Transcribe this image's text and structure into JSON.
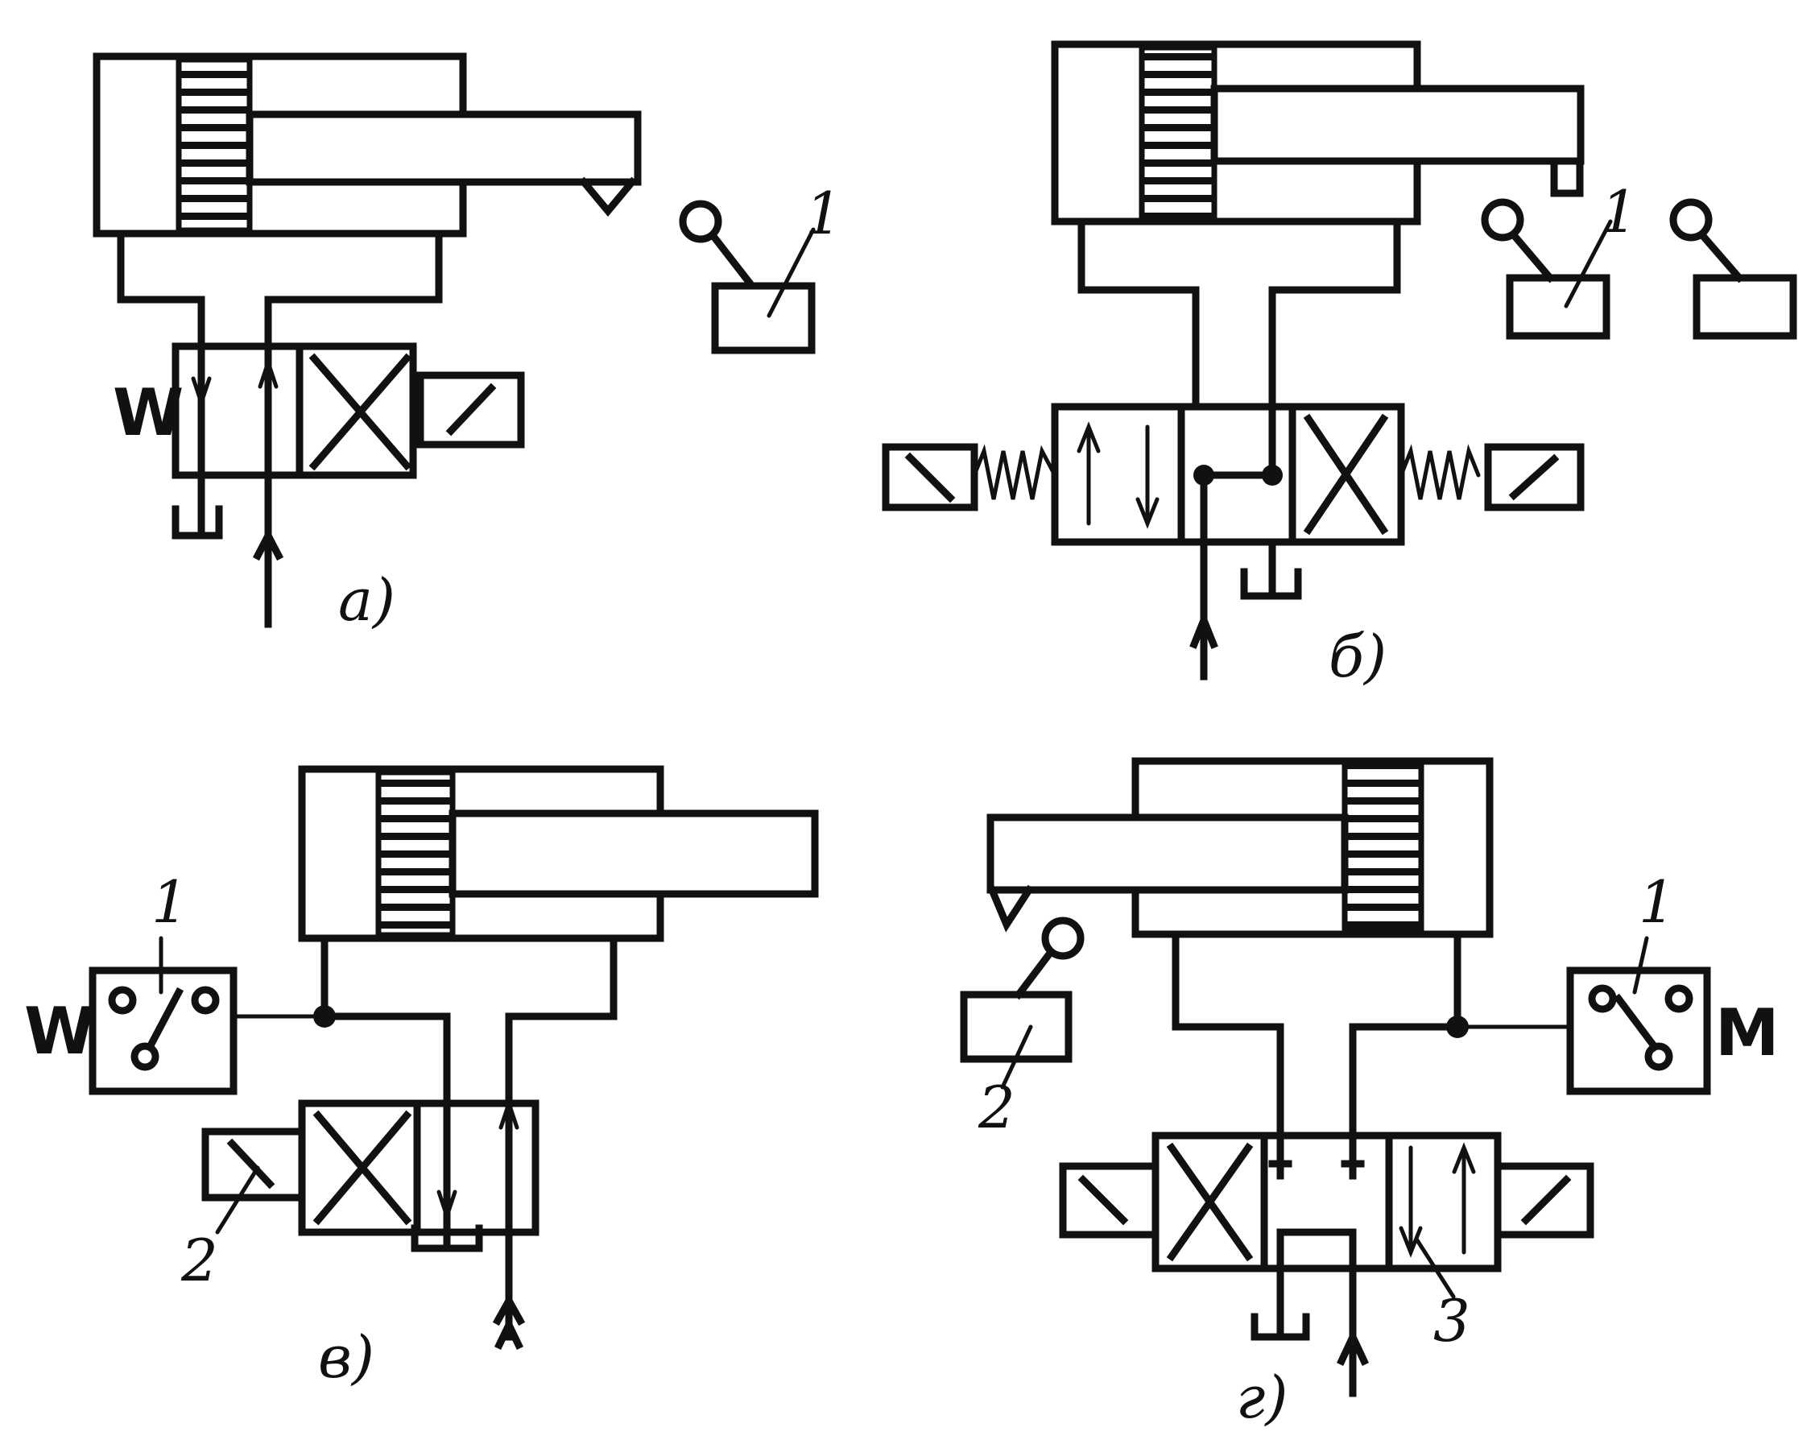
{
  "panels": {
    "a": {
      "caption": "а)",
      "coil_label": "W",
      "switch_number": "1"
    },
    "b": {
      "caption": "б)",
      "switch_number": "1"
    },
    "v": {
      "caption": "в)",
      "coil_label": "W",
      "switch_number": "1",
      "solenoid_number": "2"
    },
    "g": {
      "caption": "г)",
      "motor_label": "M",
      "switch_number": "1",
      "limit_switch_number": "2",
      "valve_number": "3"
    }
  }
}
